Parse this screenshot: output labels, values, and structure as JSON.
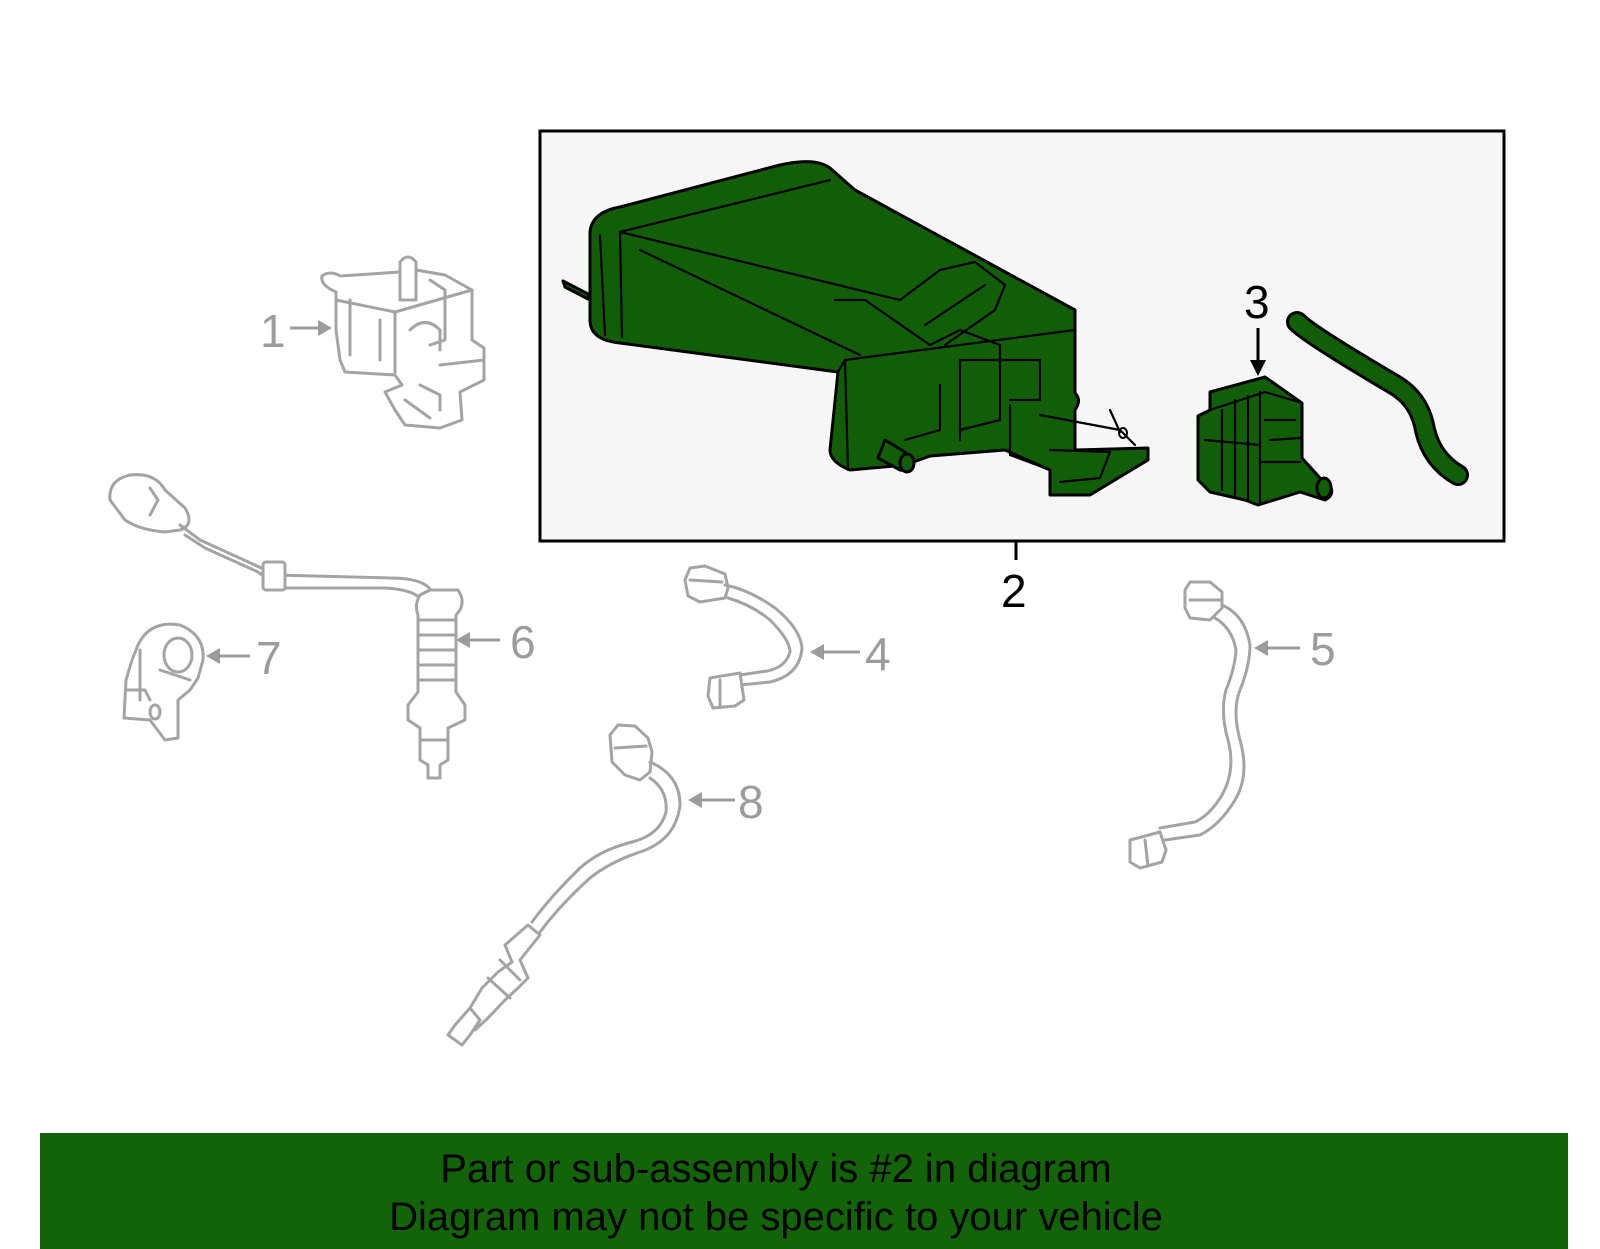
{
  "callouts": {
    "c1": "1",
    "c2": "2",
    "c3": "3",
    "c4": "4",
    "c5": "5",
    "c6": "6",
    "c7": "7",
    "c8": "8"
  },
  "footer": {
    "line1": "Part or sub-assembly is #2 in diagram",
    "line2": "Diagram may not be specific to your vehicle"
  },
  "colors": {
    "highlight_green": "#125e08",
    "footer_green": "#136408",
    "inactive_gray": "#a4a4a4",
    "highlight_box_bg": "#f6f6f6"
  }
}
